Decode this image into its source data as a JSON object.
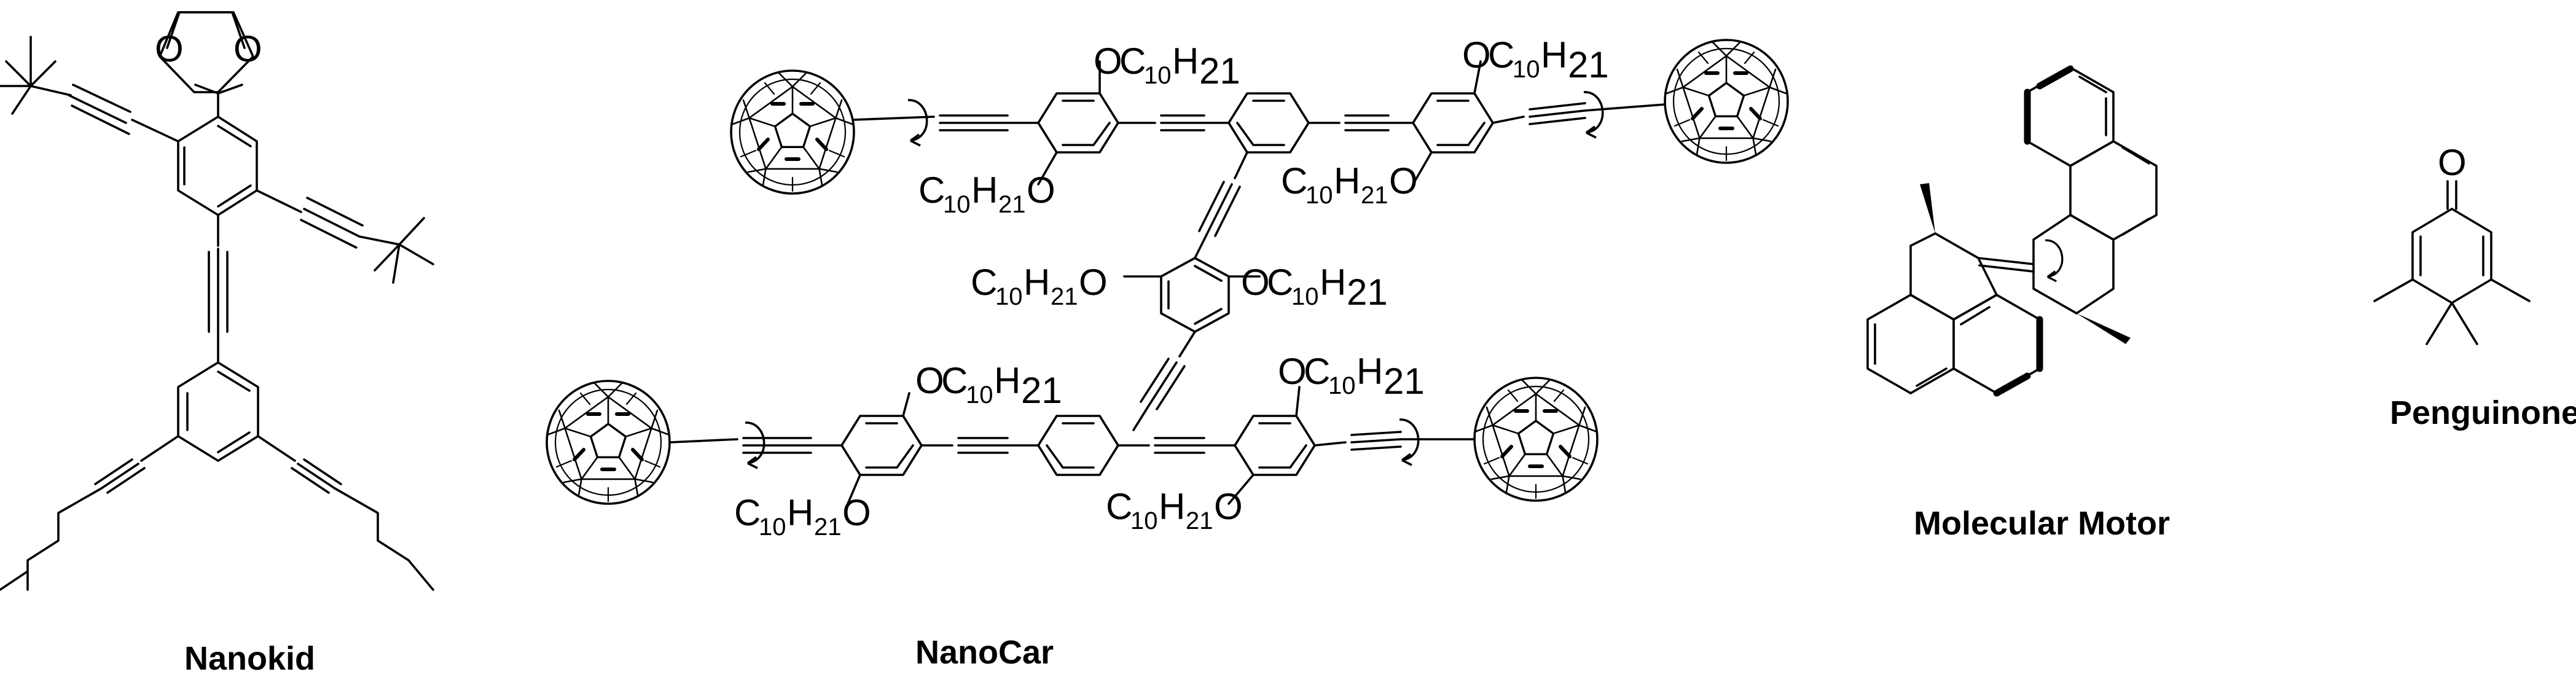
{
  "molecules": [
    {
      "id": "nanokid",
      "caption": "Nanokid",
      "atoms": {
        "o1": "O",
        "o2": "O"
      }
    },
    {
      "id": "nanocar",
      "caption": "NanoCar",
      "substituent": {
        "o": "O",
        "c": "C",
        "c_sub": "10",
        "h": "H",
        "h_sub": "21"
      }
    },
    {
      "id": "molecular-motor",
      "caption": "Molecular Motor"
    },
    {
      "id": "penguinone",
      "caption": "Penguinone",
      "atoms": {
        "o": "O"
      }
    }
  ]
}
